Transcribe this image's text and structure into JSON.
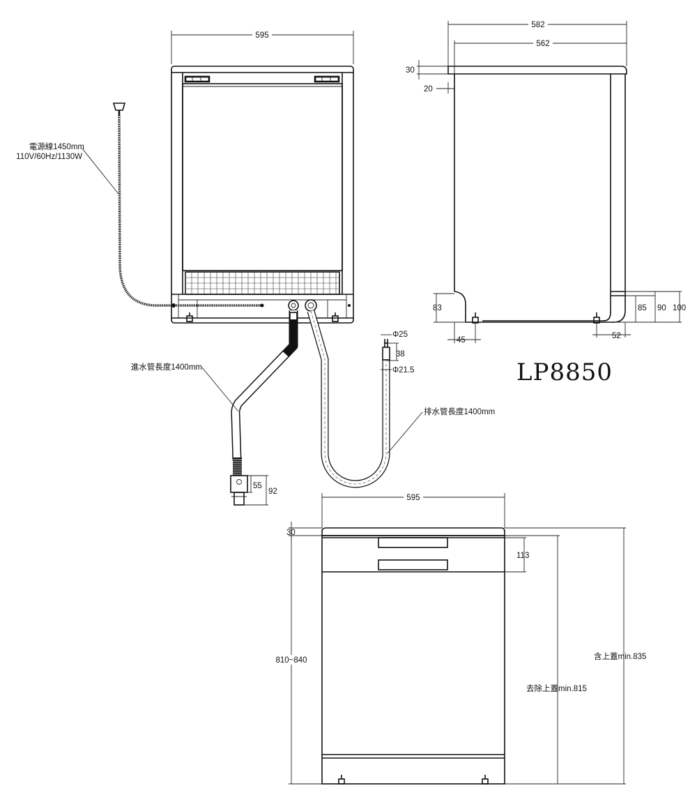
{
  "model": "LP8850",
  "rear_view": {
    "width": "595",
    "power_cord_label": "電源線1450mm",
    "power_cord_spec": "110V/60Hz/1130W",
    "inlet_hose_label": "進水管長度1400mm",
    "drain_hose_label": "排水管長度1400mm",
    "inlet_fitting_dims": [
      "55",
      "92"
    ],
    "drain_end_dims": [
      "Φ25",
      "38",
      "Φ21.5"
    ]
  },
  "side_view": {
    "overall_depth": "582",
    "body_depth": "562",
    "top_offset": "30",
    "door_offset": "20",
    "front_foot_height": "83",
    "rear_dims": [
      "85",
      "90",
      "100"
    ],
    "front_foot_offset": "45",
    "rear_foot_offset": "52"
  },
  "front_view": {
    "width": "595",
    "top_thickness": "30",
    "panel_height": "113",
    "height_range": "810~840",
    "height_without_top": "去除上蓋min.815",
    "height_with_top": "含上蓋min.835"
  }
}
